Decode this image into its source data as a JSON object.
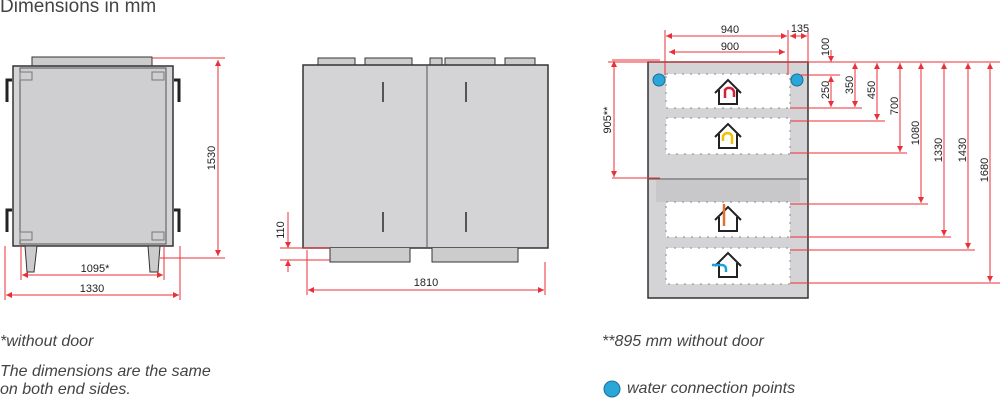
{
  "title": "Dimensions in mm",
  "end_view": {
    "height": "1530",
    "inner_width": "1095*",
    "width": "1330"
  },
  "side_view": {
    "foot_height": "110",
    "length": "1810"
  },
  "top_view": {
    "width_outer": "940",
    "width_inner": "900",
    "offset": "135",
    "d100": "100",
    "d250": "250",
    "d350": "350",
    "d450": "450",
    "d700": "700",
    "d1080": "1080",
    "d1330": "1330",
    "d1430": "1430",
    "d1680": "1680",
    "d905": "905**"
  },
  "notes": {
    "without_door": "*without door",
    "same_sides_1": "The dimensions are the same",
    "same_sides_2": "on both end sides.",
    "without_door_2": "**895 mm without door",
    "water": "water connection points"
  },
  "colors": {
    "dimension": "#e8303a",
    "water": "#2aa6d8"
  }
}
